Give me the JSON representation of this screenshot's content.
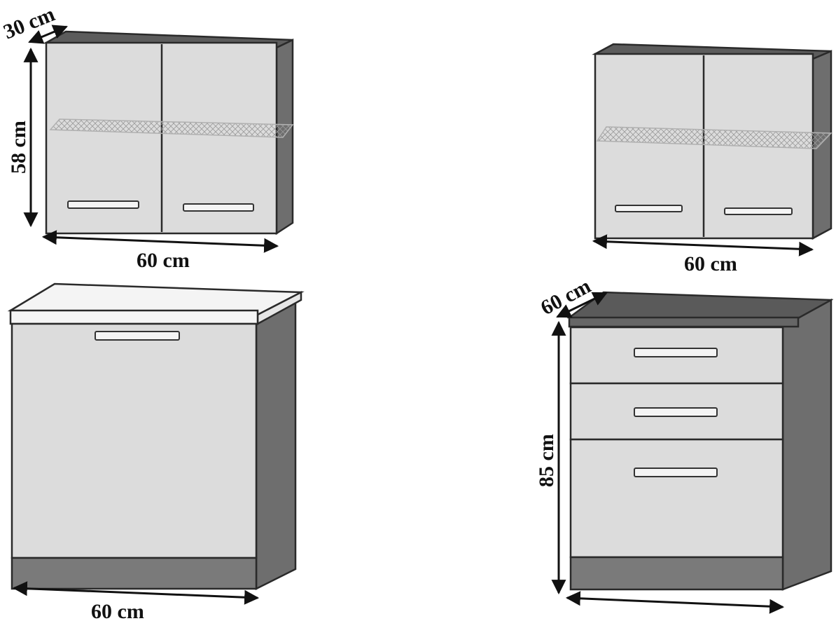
{
  "labels": {
    "wall_left_depth": "30 cm",
    "wall_left_height": "58 cm",
    "wall_left_width": "60 cm",
    "wall_right_width": "60 cm",
    "base_left_width": "60 cm",
    "base_right_depth": "60 cm",
    "base_right_height": "85 cm"
  },
  "colors": {
    "front": "#dcdcdc",
    "side": "#6e6e6e",
    "top": "#5a5a5a",
    "worktop": "#f2f2f2",
    "plinth": "#7a7a7a",
    "handle": "#f4f4f4",
    "glass": "#c7c7c7"
  }
}
